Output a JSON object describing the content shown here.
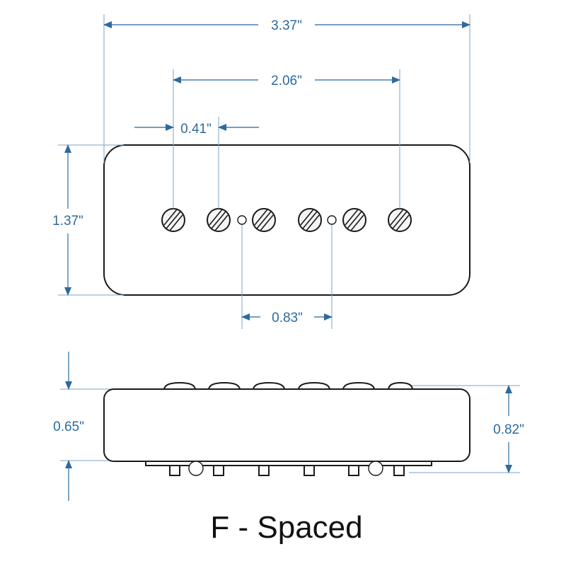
{
  "diagram": {
    "dimensions": {
      "overall_length": "3.37\"",
      "outer_pole_span": "2.06\"",
      "pole_spacing": "0.41\"",
      "height_top_view": "1.37\"",
      "screw_spacing": "0.83\"",
      "body_thickness": "0.65\"",
      "total_thickness": "0.82\""
    },
    "title": "F - Spaced"
  },
  "colors": {
    "dimension": "#2e6a9c",
    "outline": "#1a1a1a",
    "background": "#ffffff"
  }
}
